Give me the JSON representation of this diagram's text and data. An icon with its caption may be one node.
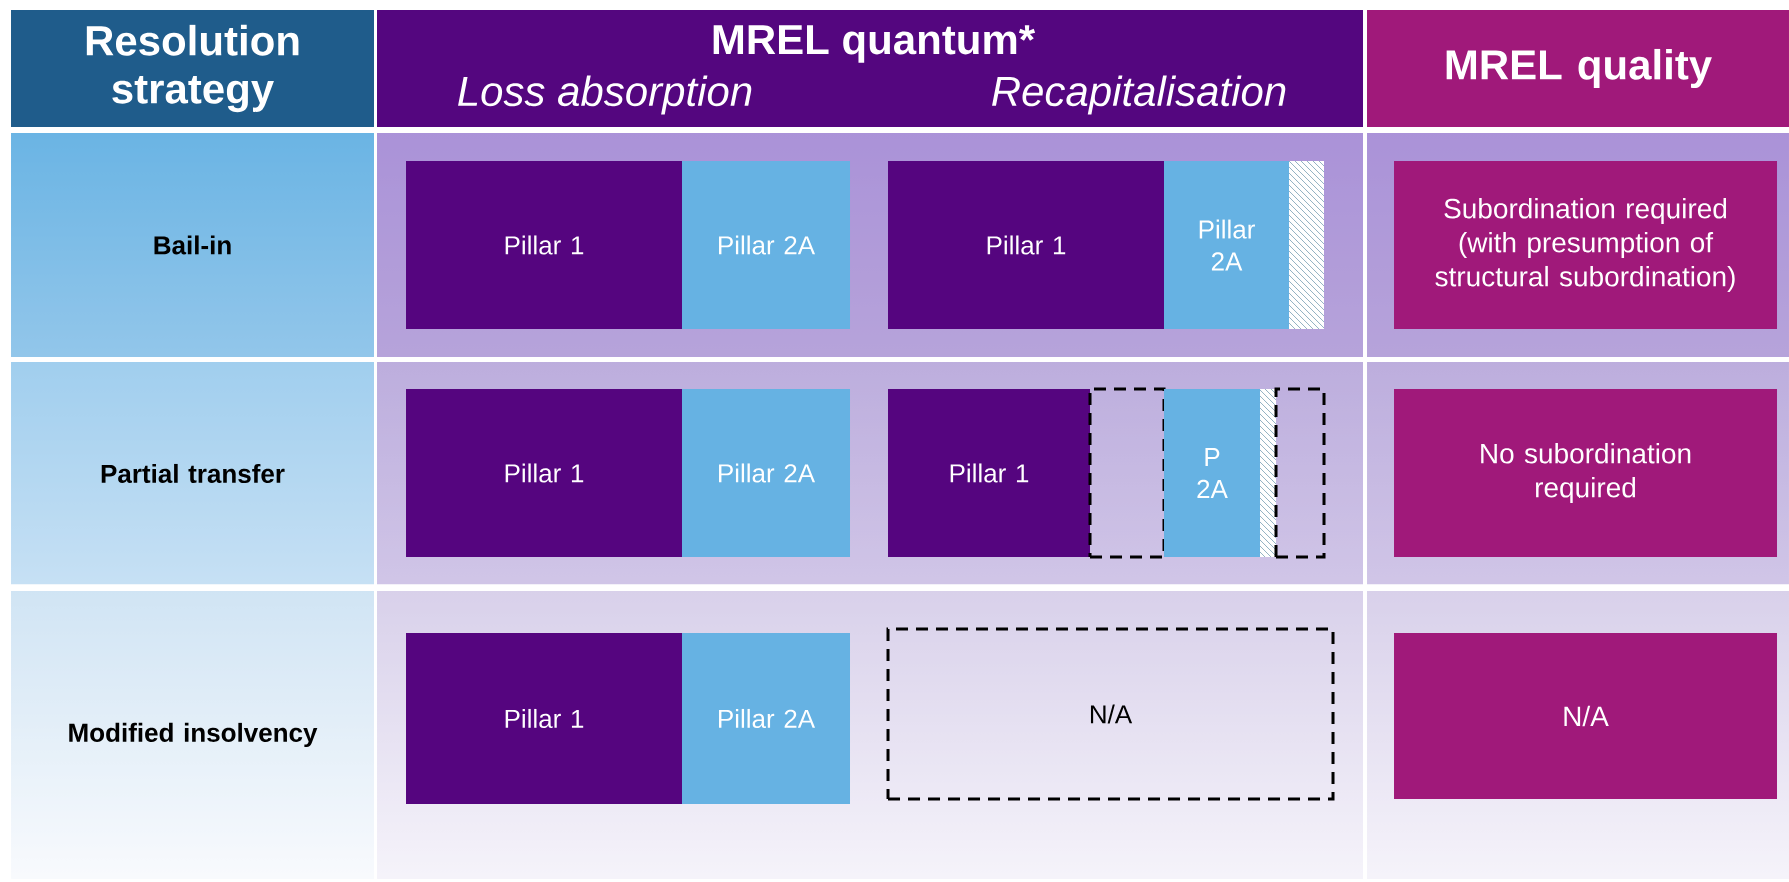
{
  "diagram": {
    "nodes": [
      {
        "text": [
          "Resolution strategy"
        ]
      },
      {
        "text": [
          "MREL quantum*",
          "Loss absorption",
          "Recapitalisation"
        ]
      },
      {
        "text": [
          "MREL quality"
        ]
      },
      {
        "text": [
          "Bail-in"
        ]
      },
      {
        "text": [
          "Pillar 1"
        ]
      },
      {
        "text": [
          "Pillar 2A"
        ]
      },
      {
        "text": [
          "Pillar 1"
        ]
      },
      {
        "text": [
          "Pillar 2A"
        ]
      },
      {
        "text": [],
        "shape": "box"
      },
      {
        "text": [
          "Subordination required (with presumption of structural subordination)"
        ]
      },
      {
        "text": [
          "Partial transfer"
        ]
      },
      {
        "text": [
          "Pillar 1"
        ]
      },
      {
        "text": [
          "Pillar 2A"
        ]
      },
      {
        "text": [
          "Pillar 1"
        ]
      },
      {
        "text": [],
        "shape": "box"
      },
      {
        "text": [
          "P 2A"
        ]
      },
      {
        "text": [],
        "shape": "box"
      },
      {
        "text": [],
        "shape": "box"
      },
      {
        "text": [
          "No subordination required"
        ]
      },
      {
        "text": [
          "Modified insolvency"
        ]
      },
      {
        "text": [
          "Pillar 1"
        ]
      },
      {
        "text": [
          "Pillar 2A"
        ]
      },
      {
        "text": [
          "N/A"
        ]
      },
      {
        "text": [
          "N/A"
        ]
      }
    ]
  }
}
